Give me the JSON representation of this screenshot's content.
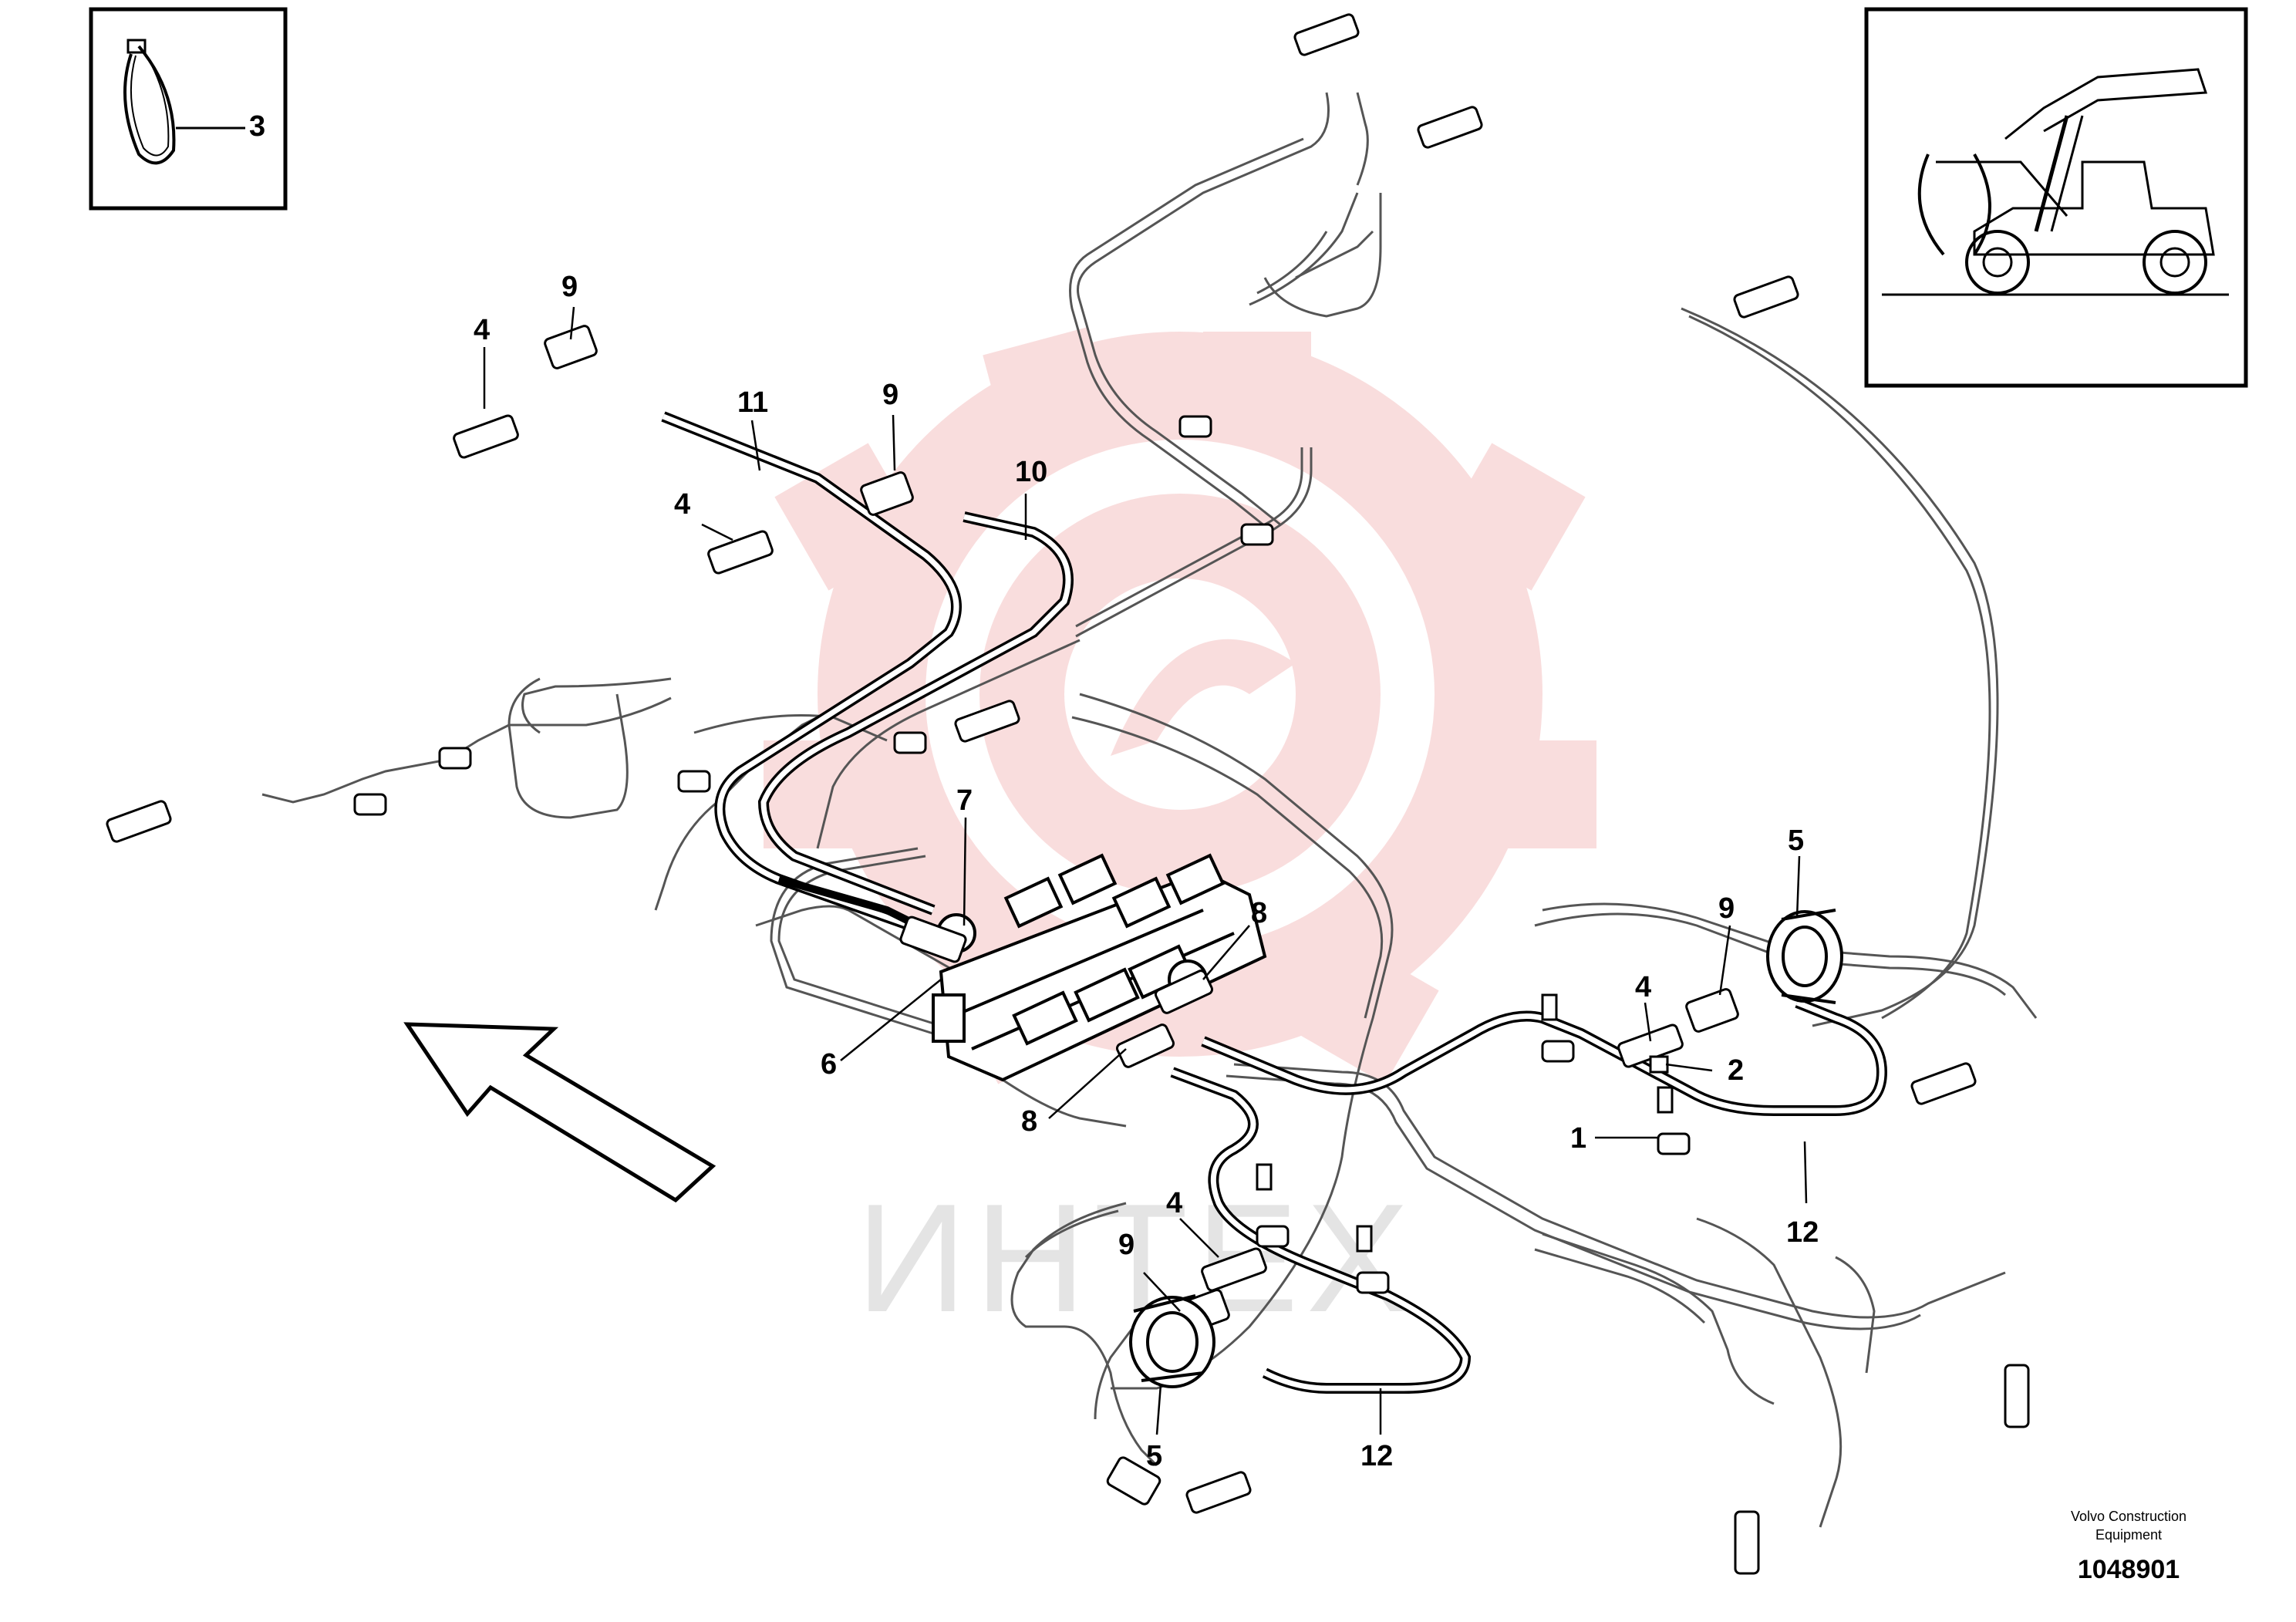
{
  "callouts": [
    {
      "id": "c3",
      "label": "3"
    },
    {
      "id": "c9a",
      "label": "9"
    },
    {
      "id": "c4a",
      "label": "4"
    },
    {
      "id": "c11",
      "label": "11"
    },
    {
      "id": "c9b",
      "label": "9"
    },
    {
      "id": "c4b",
      "label": "4"
    },
    {
      "id": "c10",
      "label": "10"
    },
    {
      "id": "c7",
      "label": "7"
    },
    {
      "id": "c8a",
      "label": "8"
    },
    {
      "id": "c6",
      "label": "6"
    },
    {
      "id": "c8b",
      "label": "8"
    },
    {
      "id": "c5a",
      "label": "5"
    },
    {
      "id": "c9c",
      "label": "9"
    },
    {
      "id": "c4c",
      "label": "4"
    },
    {
      "id": "c2",
      "label": "2"
    },
    {
      "id": "c1",
      "label": "1"
    },
    {
      "id": "c12a",
      "label": "12"
    },
    {
      "id": "c4d",
      "label": "4"
    },
    {
      "id": "c9d",
      "label": "9"
    },
    {
      "id": "c5b",
      "label": "5"
    },
    {
      "id": "c12b",
      "label": "12"
    }
  ],
  "credit": {
    "company_line1": "Volvo Construction",
    "company_line2": "Equipment",
    "drawing_number": "1048901"
  },
  "watermark": {
    "text": "ИНТЕХ",
    "color": "#f2b8b8"
  },
  "colors": {
    "line": "#000000",
    "thin_line": "#555555",
    "watermark_gear": "#f4c2c2"
  }
}
